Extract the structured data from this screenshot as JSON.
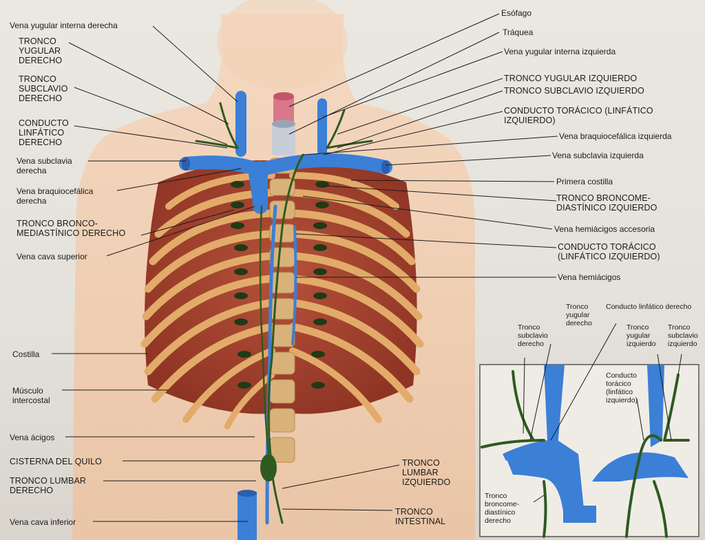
{
  "left_labels": [
    "Vena yugular interna derecha",
    "TRONCO\nYUGULAR\nDERECHO",
    "TRONCO\nSUBCLAVIO\nDERECHO",
    "CONDUCTO\nLINFÁTICO\nDERECHO",
    "Vena subclavia\nderecha",
    "Vena braquiocefálica\nderecha",
    "TRONCO BRONCO-\nMEDIASTÍNICO DERECHO",
    "Vena cava superior",
    "Costilla",
    "Músculo\nintercostal",
    "Vena ácigos",
    "CISTERNA DEL QUILO",
    "TRONCO LUMBAR\nDERECHO",
    "Vena cava inferior"
  ],
  "right_labels": [
    "Esófago",
    "Tráquea",
    "Vena yugular interna izquierda",
    "TRONCO YUGULAR IZQUIERDO",
    "TRONCO SUBCLAVIO IZQUIERDO",
    "CONDUCTO TORÁCICO (LINFÁTICO\nIZQUIERDO)",
    "Vena braquiocefálica izquierda",
    "Vena subclavia izquierda",
    "Primera costilla",
    "TRONCO BRONCOME-\nDIASTÍNICO IZQUIERDO",
    "Vena hemiácigos accesoria",
    "CONDUCTO TORÁCICO\n(LINFÁTICO IZQUIERDO)",
    "Vena hemiácigos"
  ],
  "bottom_labels": [
    "TRONCO\nLUMBAR\nIZQUIERDO",
    "TRONCO\nINTESTINAL"
  ],
  "inset_labels": [
    "Tronco\nyugular\nderecho",
    "Conducto linfático derecho",
    "Tronco\nsubclavio\nderecho",
    "Tronco\nyugular\nizquierdo",
    "Tronco\nsubclavio\nizquierdo",
    "Conducto\ntorácico\n(linfático\nizquierdo)",
    "Tronco\nbroncome-\ndiastínico\nderecho"
  ],
  "colors": {
    "vein": "#3b7fd6",
    "lymph": "#2f5a1f",
    "muscle": "#a8442e",
    "rib": "#e0a866",
    "skin": "#f0c8a6"
  }
}
